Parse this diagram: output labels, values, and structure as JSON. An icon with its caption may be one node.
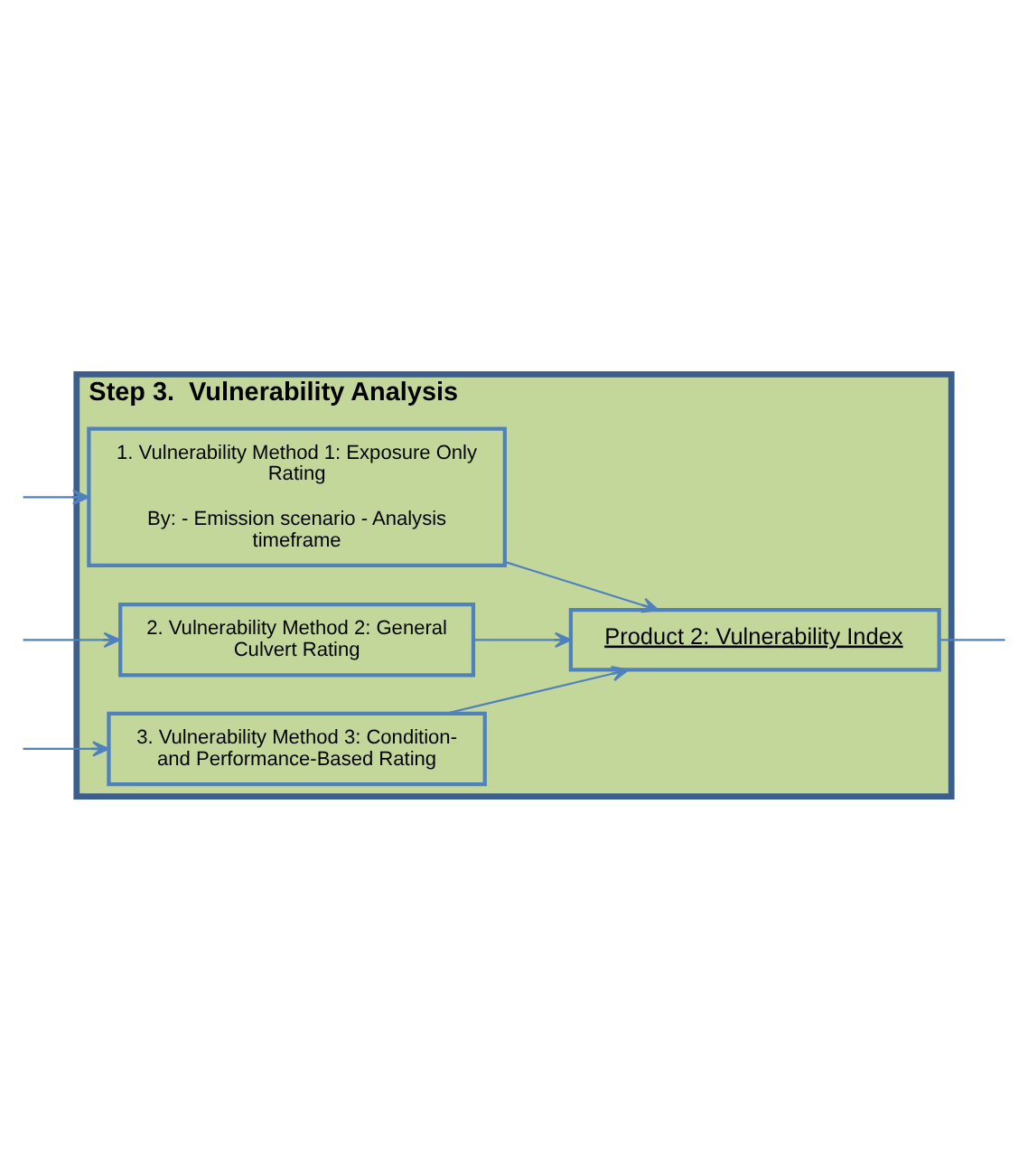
{
  "diagram": {
    "nodes": [
      {
        "text": [
          "Step 3.  Vulnerability Analysis"
        ]
      },
      {
        "text": [
          "1. Vulnerability Method 1: Exposure Only Rating",
          "By: - Emission scenario - Analysis timeframe"
        ],
        "in": 0
      },
      {
        "text": [
          "2. Vulnerability Method 2: General Culvert Rating"
        ],
        "in": 0
      },
      {
        "text": [
          "3. Vulnerability Method 3: Condition- and Performance-Based Rating"
        ],
        "in": 0
      },
      {
        "text": [
          "Product 2: Vulnerability Index"
        ],
        "in": 0
      }
    ],
    "edges": [
      {
        "from": null,
        "to": 1,
        "arrow": "to"
      },
      {
        "from": null,
        "to": 2,
        "arrow": "to"
      },
      {
        "from": null,
        "to": 3,
        "arrow": "to"
      },
      {
        "from": 1,
        "to": 4,
        "arrow": "to"
      },
      {
        "from": 2,
        "to": 4,
        "arrow": "to"
      },
      {
        "from": 3,
        "to": 4,
        "arrow": "to"
      },
      {
        "from": 4,
        "to": null,
        "arrow": "none"
      }
    ]
  }
}
